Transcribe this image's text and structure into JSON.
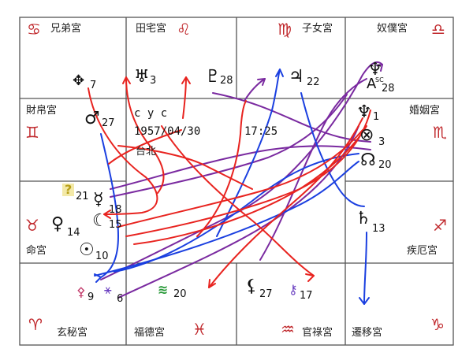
{
  "palaces": {
    "brothers": "兄弟宮",
    "property": "田宅宮",
    "children": "子女宮",
    "servants": "奴僕宮",
    "wealth": "財帛宮",
    "spouse": "婚姻宮",
    "life": "命宮",
    "illness": "疾厄宮",
    "secret": "玄秘宮",
    "fortune": "福德宮",
    "career": "官祿宮",
    "travel": "遷移宮"
  },
  "signs": {
    "cancer": "♋",
    "leo": "♌",
    "virgo": "♍",
    "libra": "♎",
    "gemini": "♊",
    "scorpio": "♏",
    "taurus": "♉",
    "sagittarius": "♐",
    "aries": "♈",
    "pisces": "♓",
    "aquarius": "♒",
    "capricorn": "♑"
  },
  "info": {
    "name": "c y c",
    "date": "1957/04/30",
    "time": "17:25",
    "place": "台北"
  },
  "placements": {
    "p1": {
      "glyph": "✥",
      "deg": "7"
    },
    "p2": {
      "glyph": "♅",
      "deg": "3"
    },
    "p3": {
      "glyph": "♇",
      "deg": "28"
    },
    "p4": {
      "glyph": "♃",
      "deg": "22"
    },
    "p5": {
      "glyph": "♆",
      "deg": "28"
    },
    "p5b": {
      "glyph": "A",
      "sup": "SC"
    },
    "p6": {
      "glyph": "♂",
      "deg": "27"
    },
    "p7": {
      "glyph": "♆",
      "deg": "1"
    },
    "p8": {
      "glyph": "⊗",
      "deg": "3"
    },
    "p9": {
      "glyph": "☊",
      "deg": "20"
    },
    "p10": {
      "glyph": "?",
      "deg": "21"
    },
    "p11": {
      "glyph": "☿",
      "deg": "18"
    },
    "p12": {
      "glyph": "☾",
      "deg": "15"
    },
    "p13": {
      "glyph": "♀",
      "deg": "14"
    },
    "p14": {
      "glyph": "☉",
      "deg": "10"
    },
    "p15": {
      "glyph": "♄",
      "deg": "13"
    },
    "p16": {
      "glyph": "⚴",
      "deg": "9"
    },
    "p17": {
      "glyph": "⚹",
      "deg": "6"
    },
    "p18": {
      "glyph": "≋",
      "deg": "20"
    },
    "p19": {
      "glyph": "⚸",
      "deg": "27"
    },
    "p20": {
      "glyph": "⚷",
      "deg": "17"
    }
  },
  "colors": {
    "red": "#e8231f",
    "blue": "#1a3fe0",
    "purple": "#7a2aa0",
    "sign_red": "#c0282c",
    "grid": "#444444"
  }
}
